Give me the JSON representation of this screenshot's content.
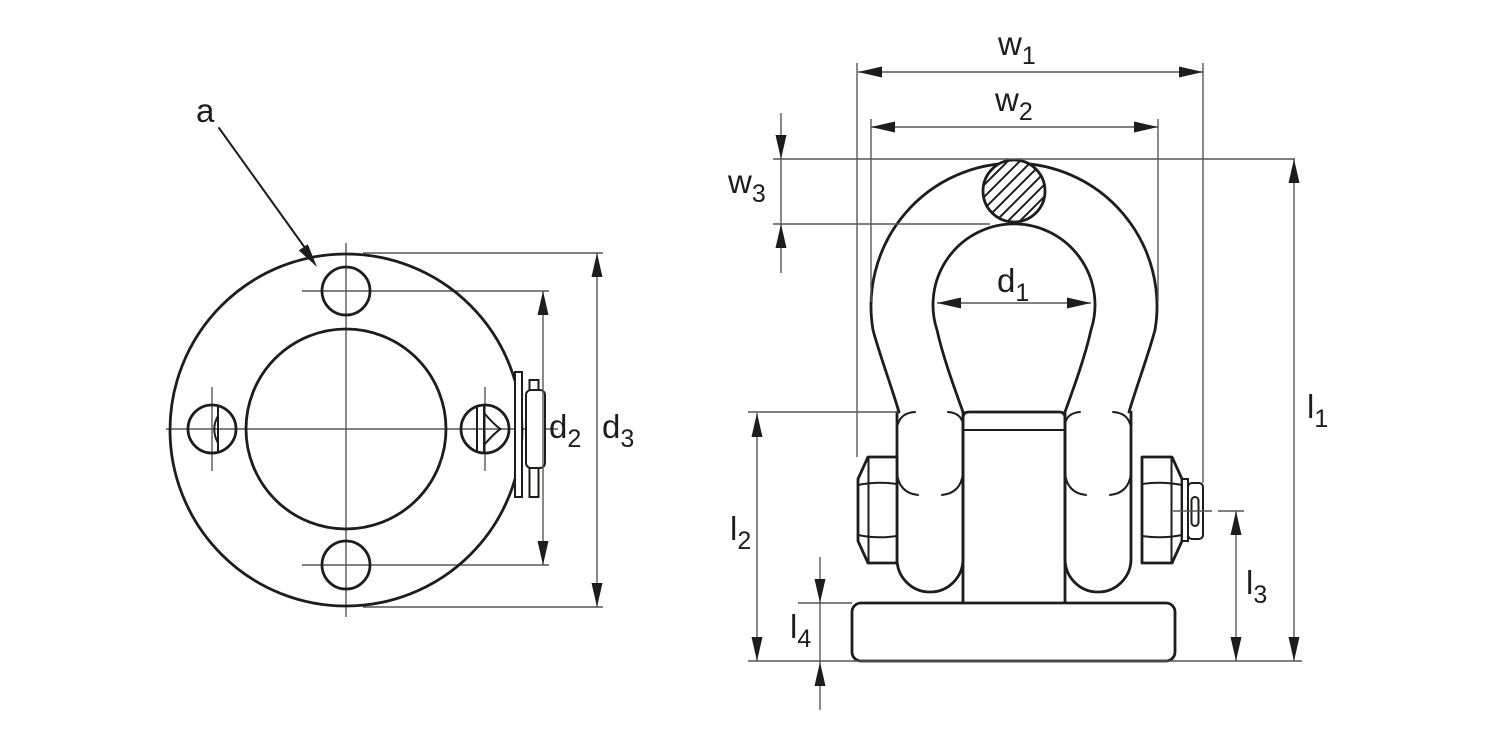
{
  "drawing": {
    "type": "technical-dimension-drawing",
    "views": {
      "left": "flange top view",
      "right": "shackle front view"
    },
    "colors": {
      "background": "#ffffff",
      "outline": "#1d1d1b",
      "dimension_lines": "#575756",
      "text": "#1d1d1b"
    },
    "labels": {
      "a": {
        "text": "a"
      },
      "w1": {
        "base": "w",
        "sub": "1"
      },
      "w2": {
        "base": "w",
        "sub": "2"
      },
      "w3": {
        "base": "w",
        "sub": "3"
      },
      "d1": {
        "base": "d",
        "sub": "1"
      },
      "d2": {
        "base": "d",
        "sub": "2"
      },
      "d3": {
        "base": "d",
        "sub": "3"
      },
      "l1": {
        "base": "l",
        "sub": "1"
      },
      "l2": {
        "base": "l",
        "sub": "2"
      },
      "l3": {
        "base": "l",
        "sub": "3"
      },
      "l4": {
        "base": "l",
        "sub": "4"
      }
    }
  }
}
